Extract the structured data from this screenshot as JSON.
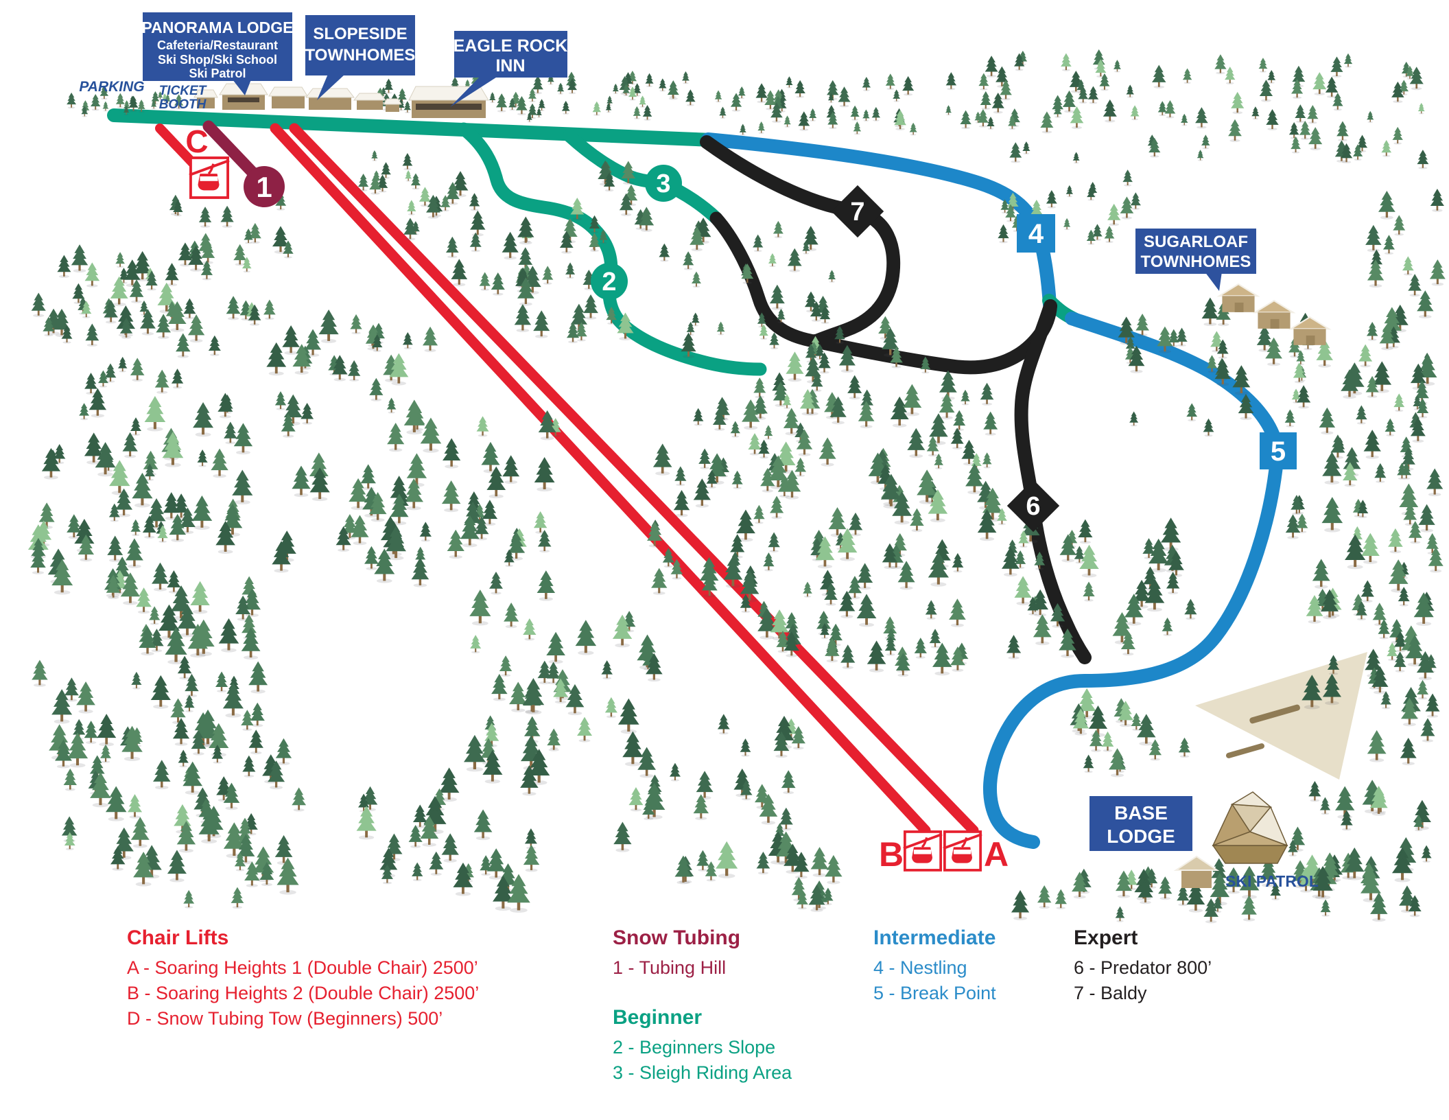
{
  "colors": {
    "red": "#e6202f",
    "maroon": "#8e2145",
    "maroon-dark": "#9c2045",
    "teal": "#0aa183",
    "blue": "#1d87c9",
    "blue-legend": "#2b8cc9",
    "black": "#1f1f1f",
    "navy": "#2e529e",
    "navy-text": "#27519b",
    "expert-text": "#231f20",
    "trunk": "#8a6b44",
    "clearing": "#e7dfc9",
    "dash": "#8f7b55"
  },
  "map": {
    "parking": "PARKING",
    "ticket_line1": "TICKET",
    "ticket_line2": "BOOTH",
    "panorama_title": "PANORAMA LODGE",
    "panorama_line1": "Cafeteria/Restaurant",
    "panorama_line2": "Ski Shop/Ski School",
    "panorama_line3": "Ski Patrol",
    "slopeside_line1": "SLOPESIDE",
    "slopeside_line2": "TOWNHOMES",
    "eagle_line1": "EAGLE ROCK",
    "eagle_line2": "INN",
    "sugarloaf_line1": "SUGARLOAF",
    "sugarloaf_line2": "TOWNHOMES",
    "base_line1": "BASE",
    "base_line2": "LODGE",
    "ski_patrol": "SKI PATROL"
  },
  "markers": {
    "lift_c": "C",
    "lift_b": "B",
    "lift_a": "A",
    "m1": "1",
    "m2": "2",
    "m3": "3",
    "m4": "4",
    "m5": "5",
    "m6": "6",
    "m7": "7"
  },
  "legend": {
    "chair_lifts": {
      "title": "Chair Lifts",
      "items": [
        "A - Soaring Heights 1 (Double Chair) 2500’",
        "B - Soaring Heights 2 (Double Chair) 2500’",
        "D - Snow Tubing Tow (Beginners) 500’"
      ]
    },
    "snow_tubing": {
      "title": "Snow Tubing",
      "items": [
        "1 - Tubing Hill"
      ]
    },
    "beginner": {
      "title": "Beginner",
      "items": [
        "2 - Beginners Slope",
        "3 - Sleigh Riding Area"
      ]
    },
    "intermediate": {
      "title": "Intermediate",
      "items": [
        "4 - Nestling",
        "5 - Break Point"
      ]
    },
    "expert": {
      "title": "Expert",
      "items": [
        "6 - Predator 800’",
        "7 - Baldy"
      ]
    }
  },
  "forest": {
    "palette": [
      "#3e6b50",
      "#487a59",
      "#355f47",
      "#578a64"
    ],
    "light": "#8fc491",
    "clusters": [
      [
        95,
        142,
        115,
        30,
        12,
        0.5
      ],
      [
        215,
        136,
        55,
        26,
        6,
        0.5
      ],
      [
        545,
        126,
        175,
        42,
        18,
        0.55
      ],
      [
        725,
        122,
        340,
        58,
        36,
        0.58
      ],
      [
        1065,
        128,
        380,
        70,
        40,
        0.62
      ],
      [
        1445,
        92,
        630,
        155,
        75,
        0.7
      ],
      [
        1460,
        255,
        215,
        105,
        20,
        0.72
      ],
      [
        1990,
        300,
        110,
        300,
        18,
        0.85
      ],
      [
        1640,
        470,
        260,
        170,
        28,
        0.9
      ],
      [
        1900,
        480,
        190,
        230,
        26,
        1.0
      ],
      [
        1150,
        485,
        300,
        235,
        42,
        0.95
      ],
      [
        1210,
        730,
        280,
        260,
        46,
        1.05
      ],
      [
        1490,
        760,
        260,
        200,
        30,
        1.0
      ],
      [
        1880,
        720,
        210,
        320,
        32,
        1.05
      ],
      [
        1990,
        640,
        110,
        480,
        28,
        1.0
      ],
      [
        55,
        390,
        250,
        200,
        40,
        0.95
      ],
      [
        55,
        600,
        300,
        240,
        50,
        1.05
      ],
      [
        55,
        850,
        330,
        250,
        52,
        1.1
      ],
      [
        60,
        1100,
        380,
        230,
        52,
        1.1
      ],
      [
        235,
        300,
        190,
        220,
        24,
        0.85
      ],
      [
        400,
        480,
        230,
        360,
        42,
        1.0
      ],
      [
        560,
        610,
        250,
        270,
        36,
        1.05
      ],
      [
        520,
        225,
        100,
        60,
        9,
        0.7
      ],
      [
        585,
        285,
        120,
        80,
        11,
        0.78
      ],
      [
        655,
        345,
        150,
        90,
        13,
        0.85
      ],
      [
        745,
        405,
        170,
        100,
        15,
        0.9
      ],
      [
        820,
        255,
        160,
        130,
        16,
        0.75
      ],
      [
        1000,
        345,
        240,
        180,
        30,
        0.8
      ],
      [
        980,
        565,
        190,
        140,
        18,
        0.9
      ],
      [
        950,
        660,
        220,
        220,
        26,
        1.0
      ],
      [
        1060,
        800,
        240,
        170,
        24,
        1.0
      ],
      [
        680,
        910,
        280,
        240,
        34,
        1.1
      ],
      [
        900,
        1060,
        270,
        230,
        30,
        1.1
      ],
      [
        520,
        1140,
        270,
        190,
        28,
        1.15
      ],
      [
        1150,
        1270,
        110,
        60,
        9,
        0.9
      ],
      [
        1560,
        1040,
        170,
        110,
        15,
        1.0
      ],
      [
        1450,
        1278,
        620,
        68,
        34,
        1.0
      ],
      [
        1880,
        1160,
        200,
        180,
        24,
        1.05
      ]
    ]
  }
}
